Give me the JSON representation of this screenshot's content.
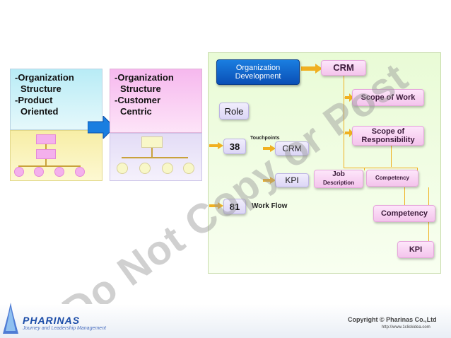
{
  "left_panel_1": {
    "lines": [
      "-Organization",
      "  Structure",
      "-Product",
      "  Oriented"
    ]
  },
  "left_panel_2": {
    "lines": [
      "-Organization",
      "  Structure",
      "-Customer",
      "  Centric"
    ]
  },
  "org_dev": {
    "line1": "Organization",
    "line2": "Development"
  },
  "crm_top": "CRM",
  "scope_of_work": "Scope of Work",
  "scope_of_resp": {
    "line1": "Scope of",
    "line2": "Responsibility"
  },
  "role": "Role",
  "num_38": "38",
  "touchpoints": "Touchpoints",
  "crm_mid": "CRM",
  "kpi_mid": "KPI",
  "job_desc": {
    "line1": "Job",
    "line2": "Description"
  },
  "competency_small": "Competency",
  "num_81": "81",
  "work_flow": "Work Flow",
  "competency_large": "Competency",
  "kpi_bottom": "KPI",
  "watermark": "Do Not Copy or Post",
  "footer": {
    "brand": "PHARINAS",
    "tagline": "Journey and Leadership Management",
    "copyright": "Copyright © Pharinas Co.,Ltd",
    "url": "http://www.1clickidea.com"
  },
  "colors": {
    "blue_box": "#0a62cc",
    "arrow_gold": "#f0b020",
    "big_arrow_blue": "#1a7ee0"
  }
}
